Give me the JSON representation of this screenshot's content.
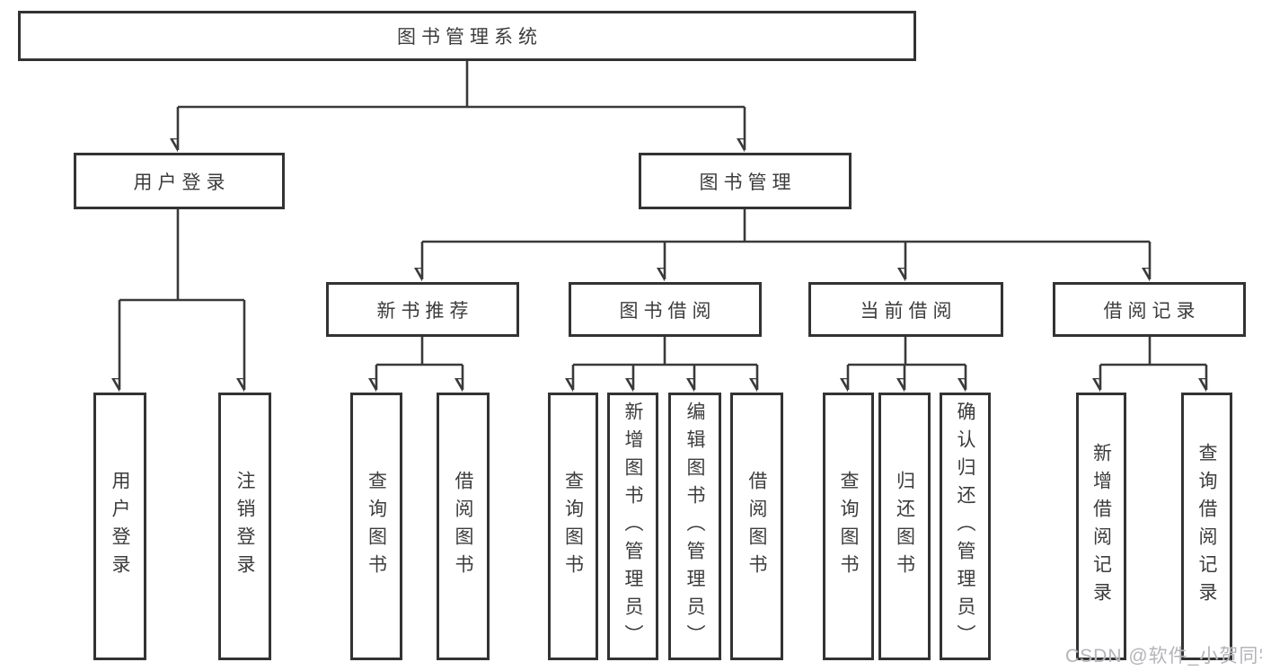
{
  "diagram": {
    "root": {
      "label": "图书管理系统"
    },
    "branches": [
      {
        "label": "用户登录",
        "children": [
          {
            "label": "用户登录"
          },
          {
            "label": "注销登录"
          }
        ]
      },
      {
        "label": "图书管理",
        "sections": [
          {
            "label": "新书推荐",
            "children": [
              {
                "label": "查询图书"
              },
              {
                "label": "借阅图书"
              }
            ]
          },
          {
            "label": "图书借阅",
            "children": [
              {
                "label": "查询图书"
              },
              {
                "label": "新增图书（管理员）"
              },
              {
                "label": "编辑图书（管理员）"
              },
              {
                "label": "借阅图书"
              }
            ]
          },
          {
            "label": "当前借阅",
            "children": [
              {
                "label": "查询图书"
              },
              {
                "label": "归还图书"
              },
              {
                "label": "确认归还（管理员）"
              }
            ]
          },
          {
            "label": "借阅记录",
            "children": [
              {
                "label": "新增借阅记录"
              },
              {
                "label": "查询借阅记录"
              }
            ]
          }
        ]
      }
    ]
  },
  "watermark": {
    "text": "CSDN @软件_小贺同学"
  },
  "colors": {
    "line": "#3a3a3a",
    "box_border": "#333333",
    "text": "#3c3c3c",
    "background": "#ffffff",
    "watermark": "#b4b4b9"
  }
}
